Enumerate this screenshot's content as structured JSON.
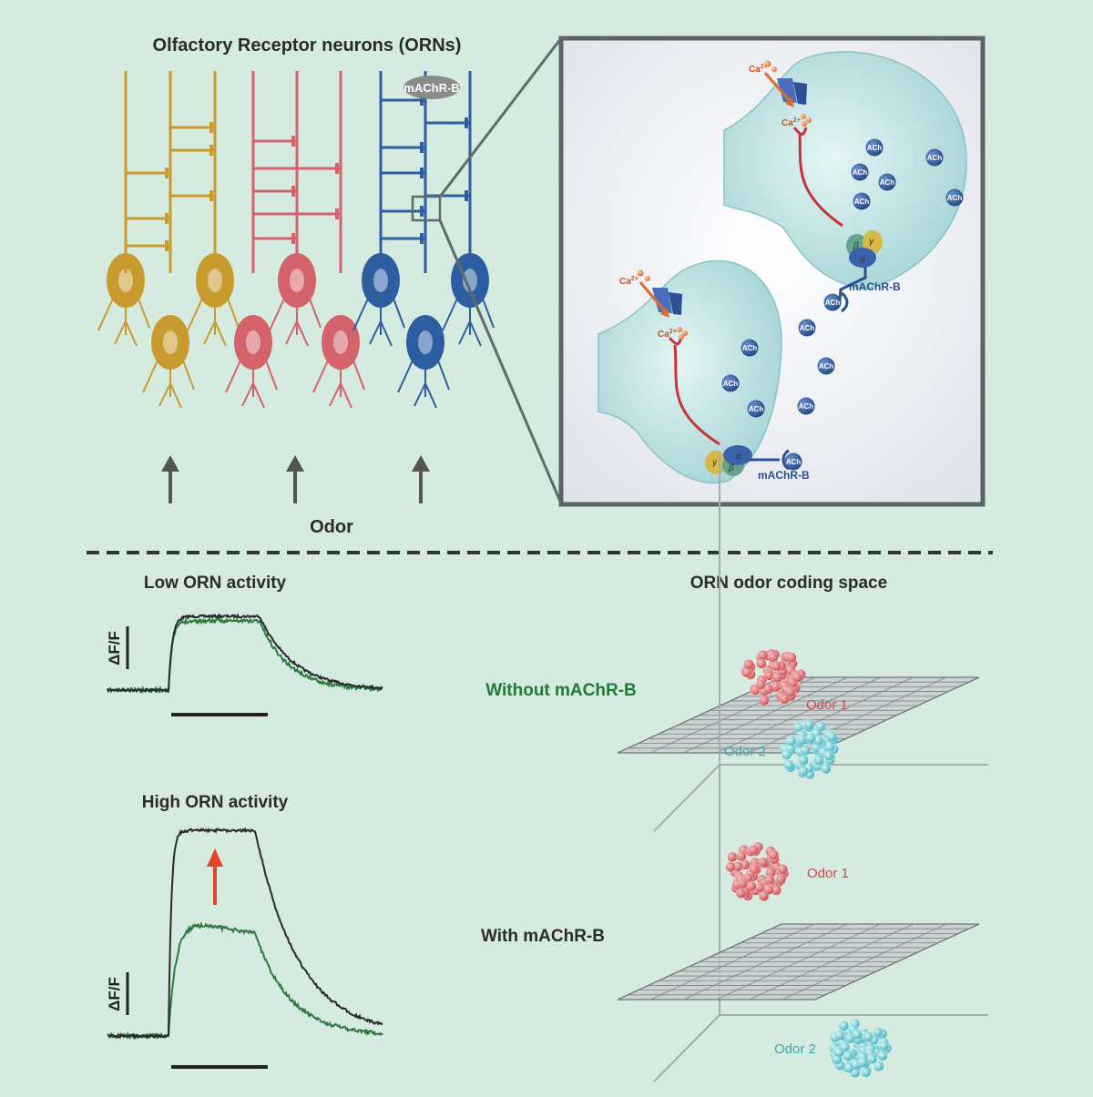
{
  "top": {
    "title": "Olfactory Receptor neurons (ORNs)",
    "badge": "mAChR-B",
    "odor_label": "Odor",
    "colors": {
      "orange": "#c99a2e",
      "red": "#d3626a",
      "blue": "#2d5ea2",
      "bg": "#d5ebdf"
    }
  },
  "inset": {
    "ca": "Ca",
    "ca_sup": "2+",
    "ach": "ACh",
    "receptor": "mAChR-B",
    "greek": {
      "alpha": "α",
      "beta": "β",
      "gamma": "γ"
    }
  },
  "bottom": {
    "low_title": "Low ORN activity",
    "high_title": "High ORN activity",
    "df_label": "ΔF/F",
    "coding_title": "ORN odor coding space",
    "without": "Without mAChR-B",
    "with": "With mAChR-B",
    "odor1": "Odor 1",
    "odor2": "Odor 2"
  }
}
